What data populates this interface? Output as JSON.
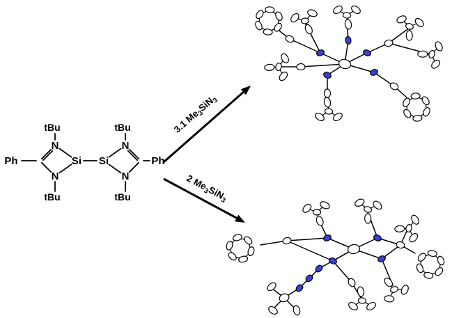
{
  "colors": {
    "nitrogen": "#3a3fd6",
    "bond": "#000000",
    "background": "#ffffff"
  },
  "reactant": {
    "ph_left": "Ph",
    "ph_right": "Ph",
    "si_left": "Si",
    "si_right": "Si",
    "n_top_left": "N",
    "n_bottom_left": "N",
    "n_top_right": "N",
    "n_bottom_right": "N",
    "tbu_top_left": "tBu",
    "tbu_bottom_left": "tBu",
    "tbu_top_right": "tBu",
    "tbu_bottom_right": "tBu"
  },
  "reagents": {
    "top": {
      "prefix": "3.1 Me",
      "sub1": "3",
      "mid": "SiN",
      "sub2": "3"
    },
    "bottom": {
      "prefix": "2 Me",
      "sub1": "3",
      "mid": "SiN",
      "sub2": "3"
    }
  }
}
